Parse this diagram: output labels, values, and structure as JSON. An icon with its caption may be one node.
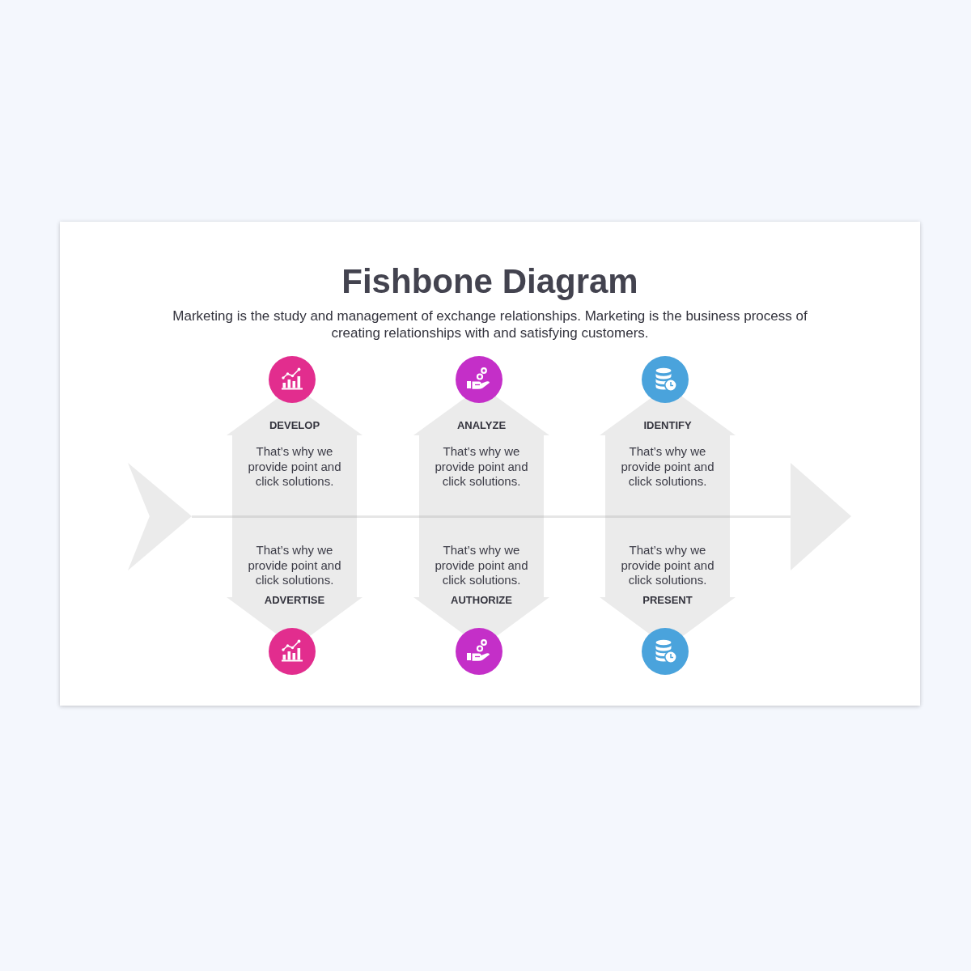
{
  "diagram": {
    "title": "Fishbone Diagram",
    "nodes": [
      {
        "text": [
          "DEVELOP",
          "That’s why we provide point and click solutions."
        ]
      },
      {
        "text": [
          "ANALYZE",
          "That’s why we provide point and click solutions."
        ]
      },
      {
        "text": [
          "IDENTIFY",
          "That’s why we provide point and click solutions."
        ]
      },
      {
        "text": [],
        "shape": "chevron"
      },
      {
        "text": [],
        "shape": "triangle"
      },
      {
        "text": [
          "That’s why we provide point and click solutions.",
          "ADVERTISE"
        ]
      },
      {
        "text": [
          "That’s why we provide point and click solutions.",
          "AUTHORIZE"
        ]
      },
      {
        "text": [
          "That’s why we provide point and click solutions.",
          "PRESENT"
        ]
      }
    ],
    "edges": [
      {
        "from": 3,
        "to": 4,
        "arrow": "none"
      }
    ],
    "labels": [
      "Marketing is the study and management of exchange relationships. Marketing is the business process of creating relationships with and satisfying customers."
    ]
  }
}
